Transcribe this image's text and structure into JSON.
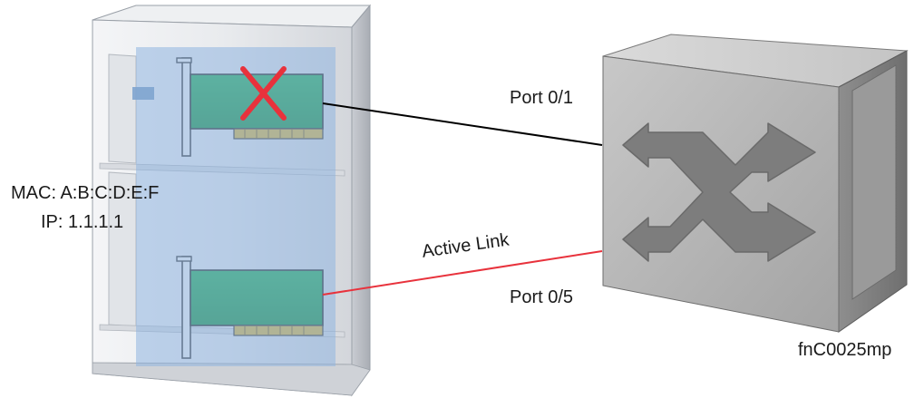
{
  "server": {
    "mac_label": "MAC:",
    "mac_value": "A:B:C:D:E:F",
    "ip_label": "IP:",
    "ip_value": "1.1.1.1"
  },
  "links": {
    "port_top": "Port 0/1",
    "port_bottom": "Port 0/5",
    "active_link_label": "Active Link"
  },
  "figure_id": "fnC0025mp",
  "colors": {
    "failed_link": "#000000",
    "active_link": "#e8323c",
    "failed_marker": "#e8323c",
    "nic_board": "#18a04a",
    "server_overlay": "#8fb4e0",
    "switch_body": "#b9b9b9"
  },
  "icons": {
    "switch": "switch-crossed-arrows-icon",
    "failure": "red-x-icon"
  }
}
